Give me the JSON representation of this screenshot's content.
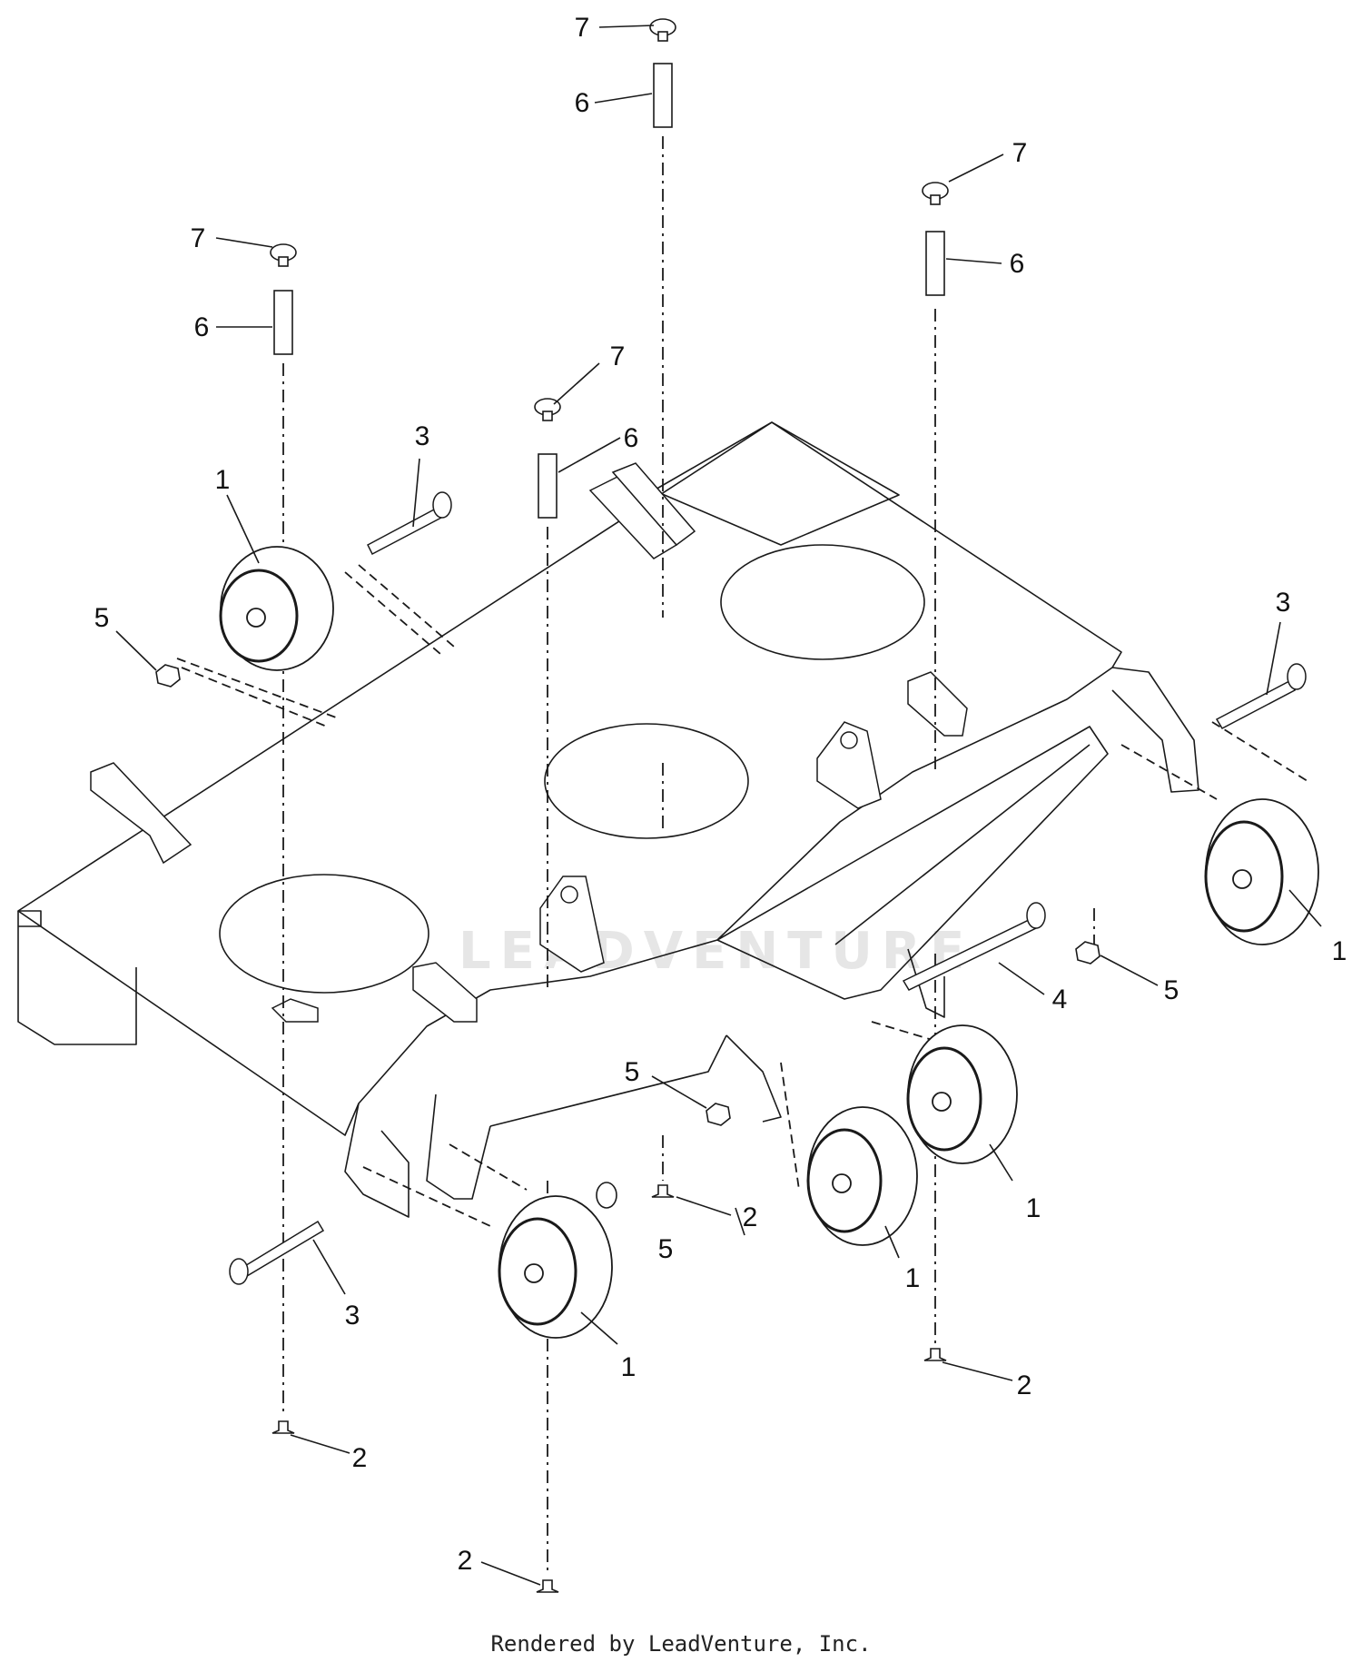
{
  "diagram": {
    "title": "",
    "watermark": "LEADVENTURE",
    "callouts": [
      {
        "id": "c7a",
        "text": "7"
      },
      {
        "id": "c6a",
        "text": "6"
      },
      {
        "id": "c7b",
        "text": "7"
      },
      {
        "id": "c6b",
        "text": "6"
      },
      {
        "id": "c7c",
        "text": "7"
      },
      {
        "id": "c6c",
        "text": "6"
      },
      {
        "id": "c7d",
        "text": "7"
      },
      {
        "id": "c6d",
        "text": "6"
      },
      {
        "id": "c3a",
        "text": "3"
      },
      {
        "id": "c1a",
        "text": "1"
      },
      {
        "id": "c5a",
        "text": "5"
      },
      {
        "id": "c3b",
        "text": "3"
      },
      {
        "id": "c1b",
        "text": "1"
      },
      {
        "id": "c5b",
        "text": "5"
      },
      {
        "id": "c4",
        "text": "4"
      },
      {
        "id": "c5c",
        "text": "5"
      },
      {
        "id": "c5d",
        "text": "5"
      },
      {
        "id": "c2a",
        "text": "2"
      },
      {
        "id": "c1c",
        "text": "1"
      },
      {
        "id": "c1d",
        "text": "1"
      },
      {
        "id": "c3c",
        "text": "3"
      },
      {
        "id": "c1e",
        "text": "1"
      },
      {
        "id": "c2b",
        "text": "2"
      },
      {
        "id": "c2c",
        "text": "2"
      },
      {
        "id": "c2d",
        "text": "2"
      }
    ]
  },
  "footer": {
    "text": "Rendered by LeadVenture, Inc."
  },
  "colors": {
    "line": "#1a1a1a",
    "background": "#ffffff"
  }
}
